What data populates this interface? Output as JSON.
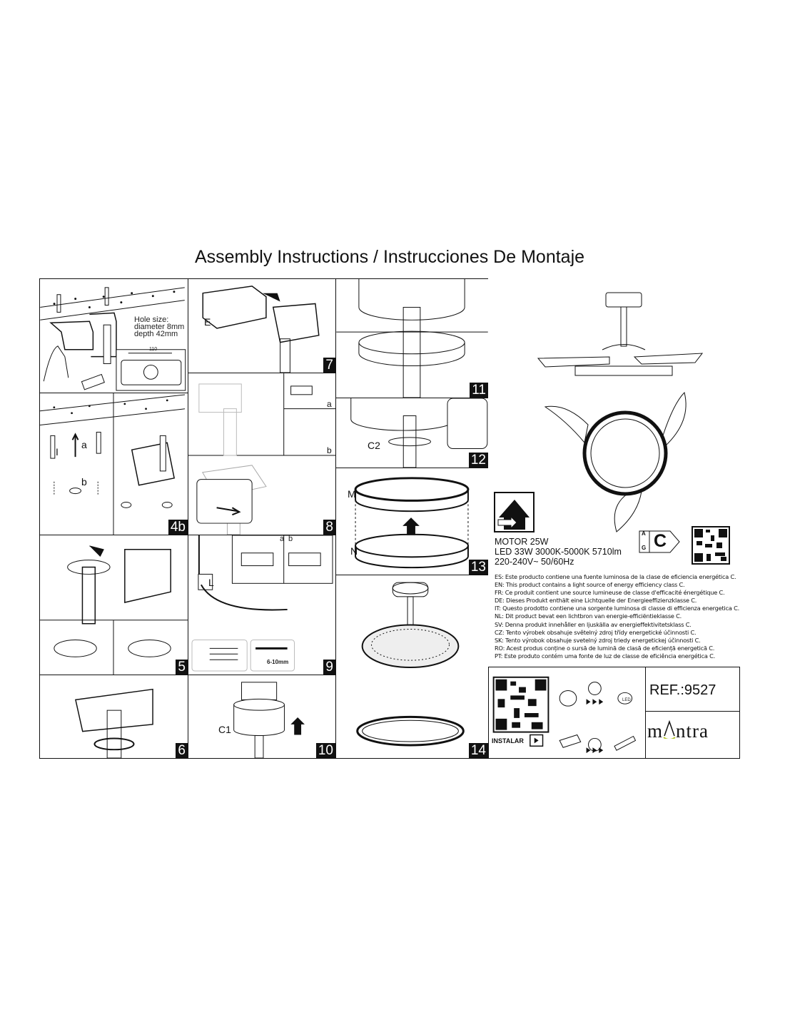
{
  "title": "Assembly Instructions / Instrucciones De Montaje",
  "steps": {
    "s1": {
      "hole_size": "Hole size:",
      "diameter": "diameter 8mm",
      "depth": "depth 42mm",
      "dimension": "110"
    },
    "s4b": {
      "number": "4b",
      "label_i": "I",
      "label_a": "a",
      "label_b": "b"
    },
    "s5": {
      "number": "5"
    },
    "s6": {
      "number": "6"
    },
    "s7": {
      "number": "7",
      "label_e": "E"
    },
    "s8": {
      "number": "8",
      "label_a": "a",
      "label_b": "b"
    },
    "s9": {
      "number": "9",
      "label_l": "L",
      "label_a": "a",
      "label_b": "b",
      "strip": "6-10mm"
    },
    "s10": {
      "number": "10",
      "label_c1": "C1"
    },
    "s11": {
      "number": "11"
    },
    "s12": {
      "number": "12",
      "label_c2": "C2"
    },
    "s13": {
      "number": "13",
      "label_m": "M",
      "label_n": "N"
    },
    "s14": {
      "number": "14"
    }
  },
  "specs": {
    "motor": "MOTOR 25W",
    "led": "LED 33W 3000K-5000K 5710lm",
    "voltage": "220-240V~ 50/60Hz",
    "energy_class": "C",
    "scale_top": "A",
    "scale_bottom": "G"
  },
  "efficiency_texts": [
    "ES: Este producto contiene una fuente luminosa de la clase de eficiencia energética C.",
    "EN: This product contains a light source of energy efficiency class C.",
    "FR: Ce produit contient une source lumineuse de classe d'efficacité énergétique C.",
    "DE: Dieses Produkt enthält eine Lichtquelle der Energieeffizienzklasse C.",
    "IT: Questo prodotto contiene una sorgente luminosa di classe di efficienza energetica C.",
    "NL: Dit product bevat een lichtbron van energie-efficiëntieklasse C.",
    "SV: Denna produkt innehåller en ljuskälla av energieffektivitetsklass C.",
    "CZ: Tento výrobek obsahuje světelný zdroj třídy energetické účinnosti C.",
    "SK: Tento výrobok obsahuje svetelný zdroj triedy energetickej účinnosti C.",
    "RO: Acest produs conține o sursă de lumină de clasă de eficiență energetică C.",
    "PT: Este produto contém uma fonte de luz de classe de eficiência energética C."
  ],
  "footer": {
    "install_label": "INSTALAR",
    "led_icon_text": "LED",
    "ref": "REF.:9527",
    "brand": "mAntra"
  }
}
